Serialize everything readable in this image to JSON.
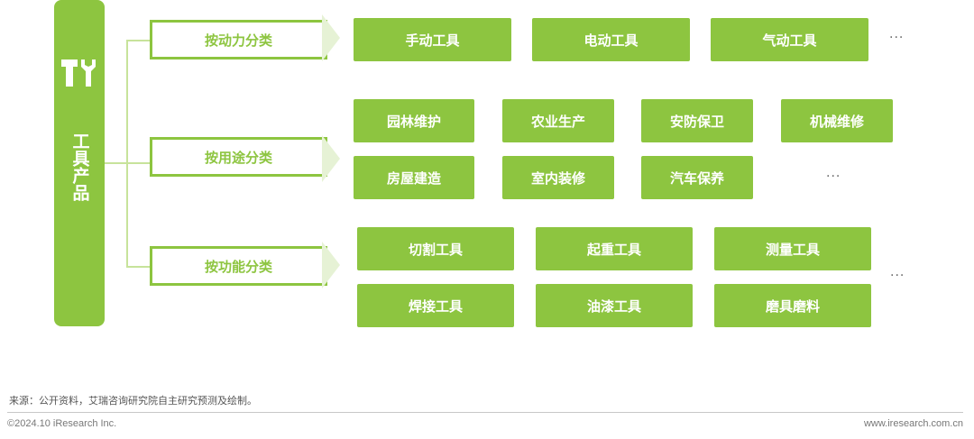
{
  "root": {
    "icon": "tools-icon",
    "label": "工具产品"
  },
  "categories": [
    {
      "label": "按动力分类",
      "items": [
        "手动工具",
        "电动工具",
        "气动工具"
      ],
      "more": "···"
    },
    {
      "label": "按用途分类",
      "items": [
        "园林维护",
        "农业生产",
        "安防保卫",
        "机械维修",
        "房屋建造",
        "室内装修",
        "汽车保养"
      ],
      "more": "···"
    },
    {
      "label": "按功能分类",
      "items": [
        "切割工具",
        "起重工具",
        "测量工具",
        "焊接工具",
        "油漆工具",
        "磨具磨料"
      ],
      "more": "···"
    }
  ],
  "colors": {
    "primary_green": "#8dc540",
    "connector_green": "#c7e39b",
    "chevron_green": "#e6f2d5"
  },
  "footer": {
    "source": "来源：公开资料，艾瑞咨询研究院自主研究预测及绘制。",
    "copyright": "©2024.10 iResearch Inc.",
    "website": "www.iresearch.com.cn"
  }
}
